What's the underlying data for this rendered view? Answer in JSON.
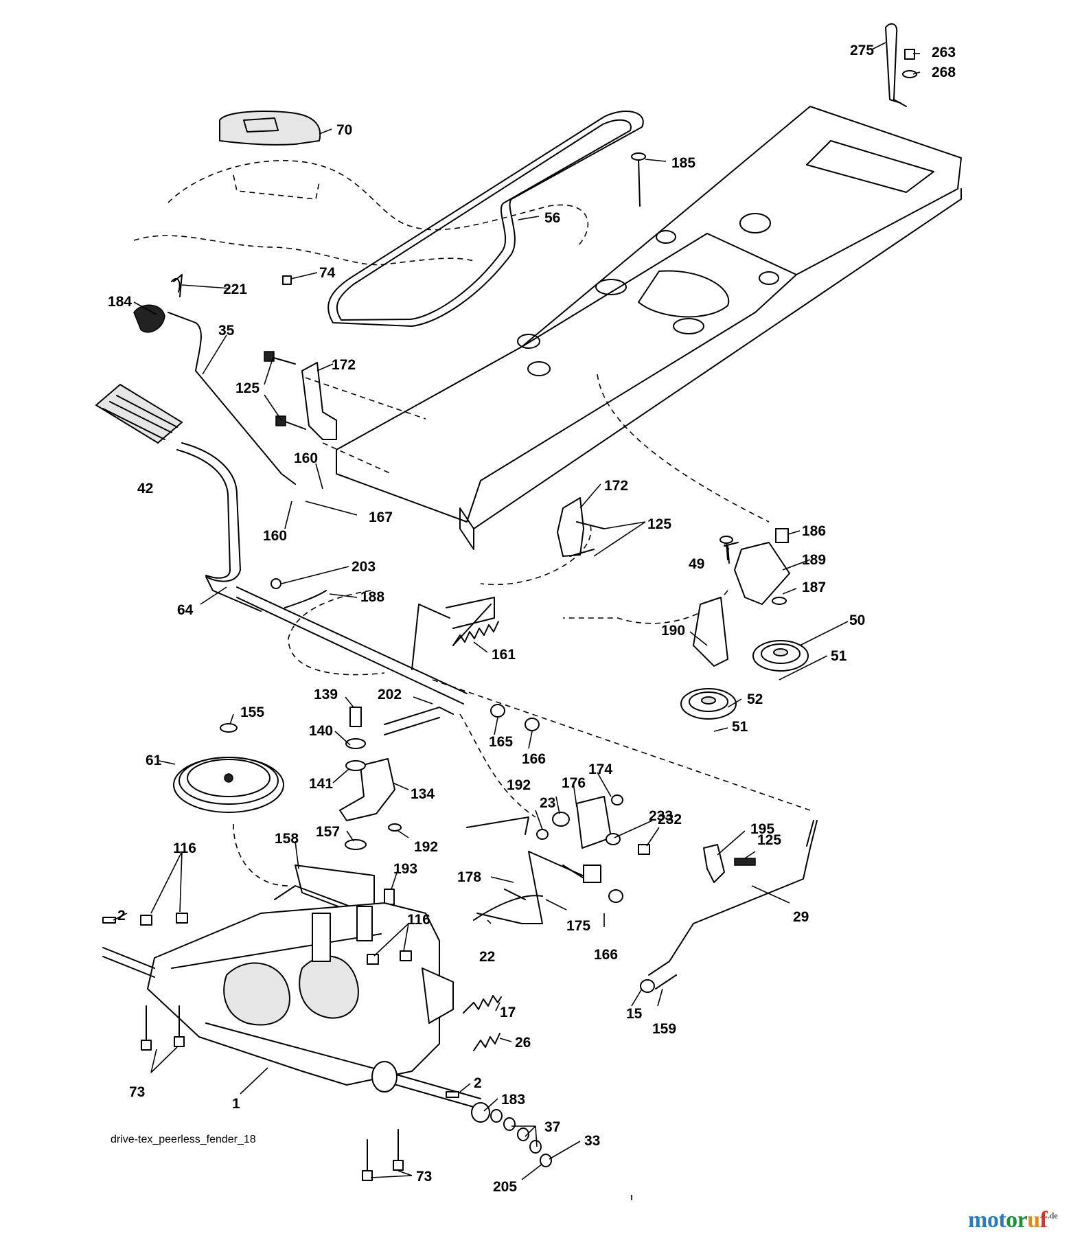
{
  "header_text": "",
  "caption": "drive-tex_peerless_fender_18",
  "watermark": {
    "parts": [
      "mot",
      "or",
      "u",
      "f"
    ],
    "suffix": ".de"
  },
  "callouts": [
    {
      "n": "275"
    },
    {
      "n": "263"
    },
    {
      "n": "268"
    },
    {
      "n": "70"
    },
    {
      "n": "185"
    },
    {
      "n": "56"
    },
    {
      "n": "74"
    },
    {
      "n": "221"
    },
    {
      "n": "184"
    },
    {
      "n": "35"
    },
    {
      "n": "172"
    },
    {
      "n": "125"
    },
    {
      "n": "42"
    },
    {
      "n": "160"
    },
    {
      "n": "167"
    },
    {
      "n": "160"
    },
    {
      "n": "172"
    },
    {
      "n": "125"
    },
    {
      "n": "186"
    },
    {
      "n": "49"
    },
    {
      "n": "189"
    },
    {
      "n": "203"
    },
    {
      "n": "188"
    },
    {
      "n": "64"
    },
    {
      "n": "187"
    },
    {
      "n": "190"
    },
    {
      "n": "50"
    },
    {
      "n": "161"
    },
    {
      "n": "51"
    },
    {
      "n": "52"
    },
    {
      "n": "51"
    },
    {
      "n": "139"
    },
    {
      "n": "202"
    },
    {
      "n": "155"
    },
    {
      "n": "140"
    },
    {
      "n": "165"
    },
    {
      "n": "166"
    },
    {
      "n": "61"
    },
    {
      "n": "141"
    },
    {
      "n": "134"
    },
    {
      "n": "174"
    },
    {
      "n": "176"
    },
    {
      "n": "192"
    },
    {
      "n": "23"
    },
    {
      "n": "233"
    },
    {
      "n": "232"
    },
    {
      "n": "157"
    },
    {
      "n": "192"
    },
    {
      "n": "158"
    },
    {
      "n": "116"
    },
    {
      "n": "193"
    },
    {
      "n": "195"
    },
    {
      "n": "125"
    },
    {
      "n": "178"
    },
    {
      "n": "2"
    },
    {
      "n": "116"
    },
    {
      "n": "29"
    },
    {
      "n": "175"
    },
    {
      "n": "22"
    },
    {
      "n": "166"
    },
    {
      "n": "17"
    },
    {
      "n": "15"
    },
    {
      "n": "159"
    },
    {
      "n": "26"
    },
    {
      "n": "73"
    },
    {
      "n": "1"
    },
    {
      "n": "2"
    },
    {
      "n": "183"
    },
    {
      "n": "37"
    },
    {
      "n": "33"
    },
    {
      "n": "73"
    },
    {
      "n": "205"
    }
  ]
}
